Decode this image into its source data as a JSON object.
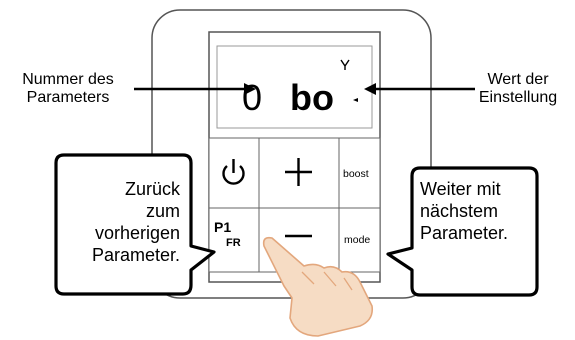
{
  "callouts": {
    "left": {
      "line1": "Nummer des",
      "line2": "Parameters"
    },
    "right": {
      "line1": "Wert der",
      "line2": "Einstellung"
    }
  },
  "display": {
    "digit": "0",
    "code": "bo"
  },
  "buttons": {
    "power_icon": "power-icon",
    "plus_icon": "plus-icon",
    "minus_icon": "minus-icon",
    "boost_label": "boost",
    "mode_label": "mode",
    "p1_label": "P1",
    "p1_sub": "FR"
  },
  "speech": {
    "left": {
      "line1": "Zurück",
      "line2": "zum",
      "line3": "vorherigen",
      "line4": "Parameter."
    },
    "right": {
      "line1": "Weiter mit",
      "line2": "nächstem",
      "line3": "Parameter."
    }
  },
  "colors": {
    "outline": "#000000",
    "panel_border": "#6e6e6e",
    "hand_fill": "#f6dcc4",
    "hand_stroke": "#e3a77d"
  }
}
